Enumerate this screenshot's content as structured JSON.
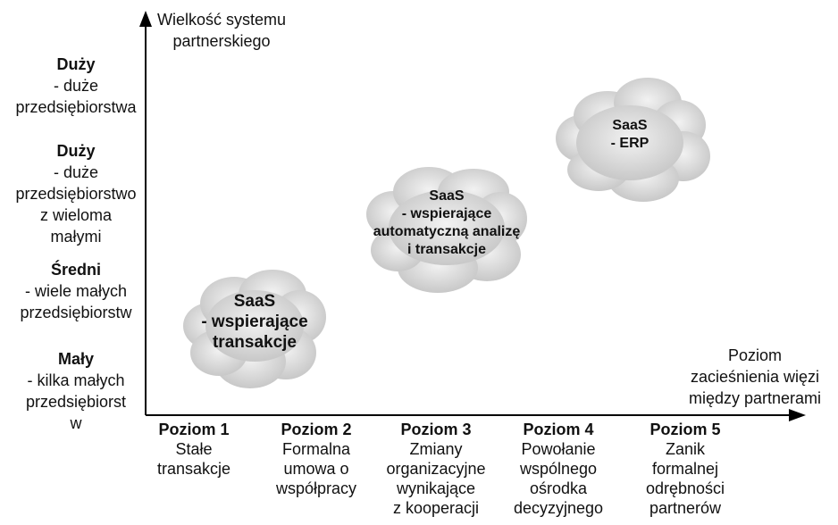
{
  "y_axis": {
    "title_line1": "Wielkość systemu",
    "title_line2": "partnerskiego",
    "levels": [
      {
        "title": "Duży",
        "desc": "- duże\nprzedsiębiorstwa"
      },
      {
        "title": "Duży",
        "desc": "- duże\nprzedsiębiorstwo\nz wieloma\nmałymi"
      },
      {
        "title": "Średni",
        "desc": "- wiele małych\nprzedsiębiorstw"
      },
      {
        "title": "Mały",
        "desc": "- kilka małych\nprzedsiębiorst\nw"
      }
    ]
  },
  "x_axis": {
    "title": "Poziom\nzacieśnienia więzi\nmiędzy partnerami",
    "levels": [
      {
        "title": "Poziom 1",
        "desc": "Stałe\ntransakcje"
      },
      {
        "title": "Poziom 2",
        "desc": "Formalna\numowa o\nwspółpracy"
      },
      {
        "title": "Poziom 3",
        "desc": "Zmiany\norganizacyjne\nwynikające\nz kooperacji"
      },
      {
        "title": "Poziom 4",
        "desc": "Powołanie\nwspólnego\nośrodka\ndecyzyjnego"
      },
      {
        "title": "Poziom 5",
        "desc": "Zanik\nformalnej\nodrębności\npartnerów"
      }
    ]
  },
  "clouds": [
    {
      "label": "SaaS\n- wspierające\ntransakcje"
    },
    {
      "label": "SaaS\n- wspierające\nautomatyczną analizę\ni transakcje"
    },
    {
      "label": "SaaS\n- ERP"
    }
  ],
  "colors": {
    "cloud_fill": "#cccccc",
    "cloud_light": "#ebebeb",
    "axis": "#000000"
  }
}
